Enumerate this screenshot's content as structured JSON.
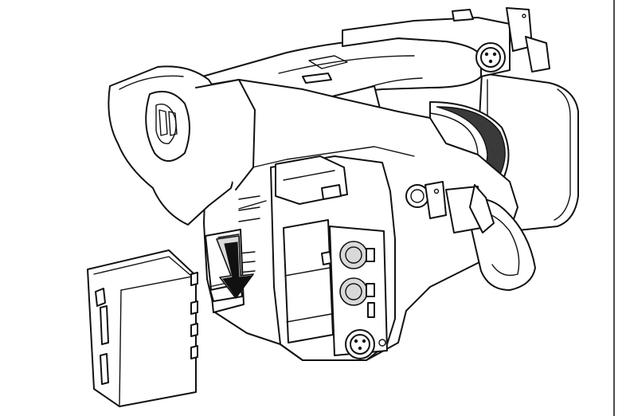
{
  "figure": {
    "subject": "camcorder-rear-with-battery",
    "colors": {
      "line": "#111111",
      "fill": "#ffffff",
      "shade": "#d9d9d9",
      "arrow": "#111111"
    },
    "arrow_direction": "down",
    "icons": [
      "camcorder",
      "eyecup",
      "handle",
      "xlr-connector",
      "battery",
      "down-arrow",
      "hand-strap",
      "lens-ring"
    ]
  }
}
